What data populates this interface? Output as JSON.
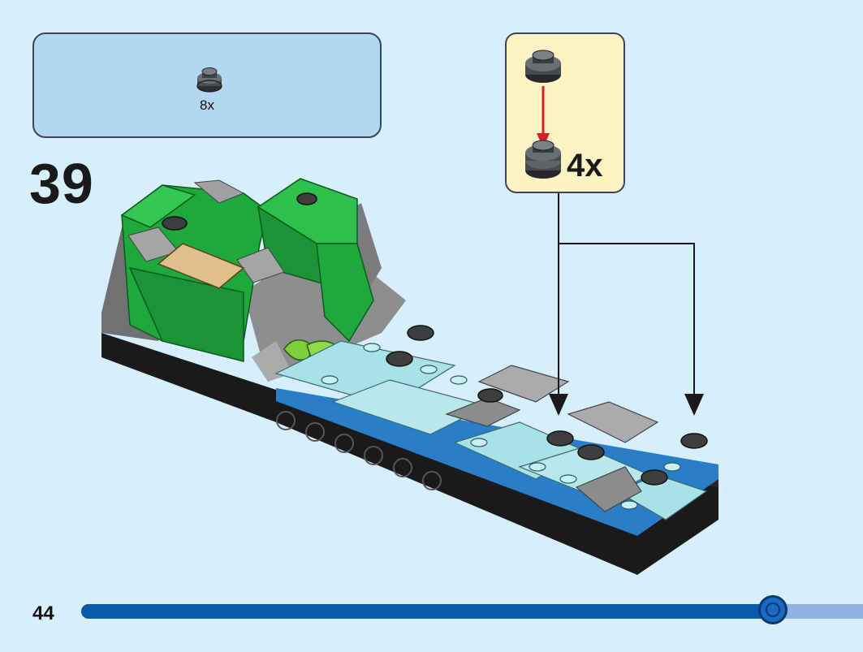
{
  "parts_list": {
    "quantity": "8x",
    "part_color": "#555a60"
  },
  "step": {
    "number": "39"
  },
  "sub_assembly": {
    "quantity": "4x",
    "arrow_color": "#d0202a"
  },
  "page": {
    "number": "44"
  },
  "progress": {
    "fraction": 0.885,
    "fill_color": "#0a5aa8",
    "track_color": "#8fb4e3"
  },
  "palette": {
    "green": "#1fa83c",
    "dark_gray": "#3c3e40",
    "gray": "#8a8c8e",
    "light_gray": "#a9abad",
    "tan": "#e0c08a",
    "trans_blue": "#a9e2e6",
    "blue": "#2a7ec7",
    "black": "#151515",
    "lime": "#7fcf3a"
  }
}
